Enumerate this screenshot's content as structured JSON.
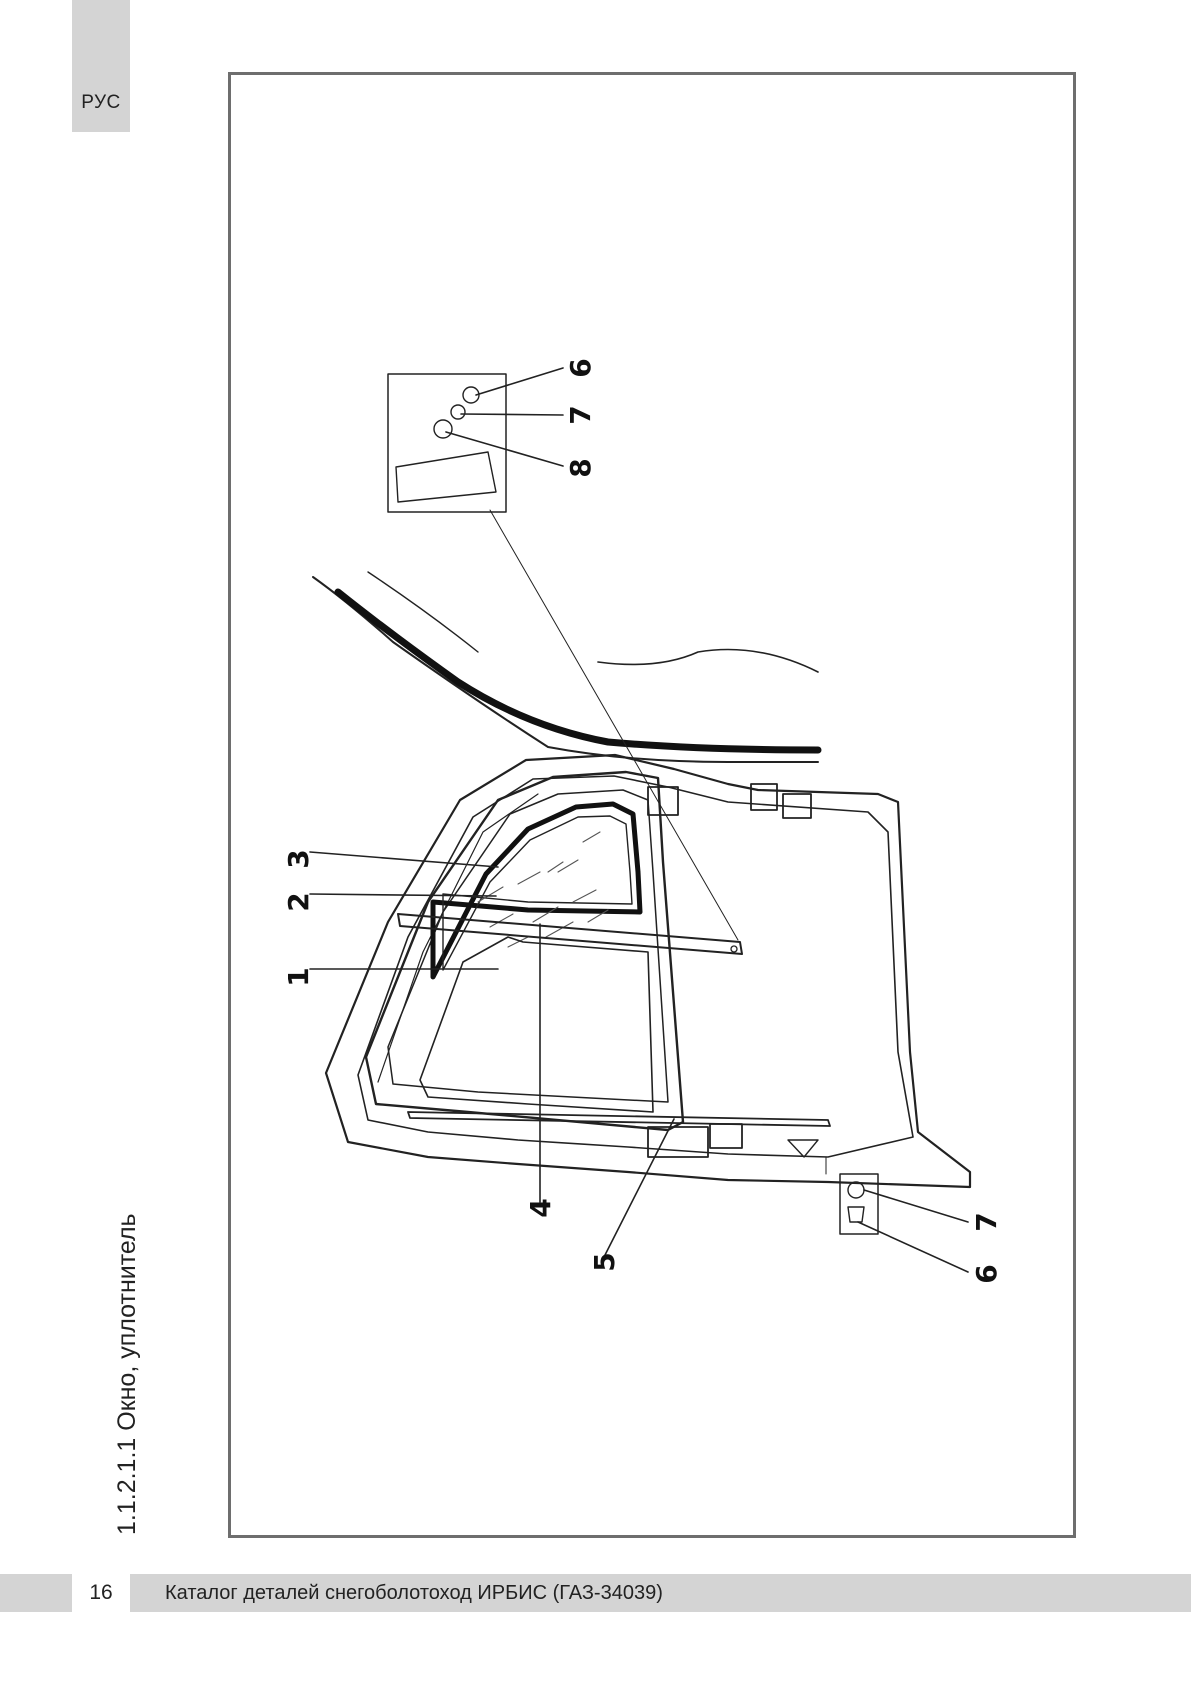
{
  "page": {
    "language_tab": "РУС",
    "section_title": "1.1.2.1.1 Окно, уплотнитель",
    "page_number": "16",
    "footer_title": "Каталог деталей снегоболотоход ИРБИС (ГАЗ-34039)"
  },
  "diagram": {
    "callouts": {
      "c1": "1",
      "c2": "2",
      "c3": "3",
      "c4": "4",
      "c5": "5",
      "c6_top": "6",
      "c7_top": "7",
      "c8_top": "8",
      "c7_bottom": "7",
      "c6_bottom": "6"
    }
  }
}
